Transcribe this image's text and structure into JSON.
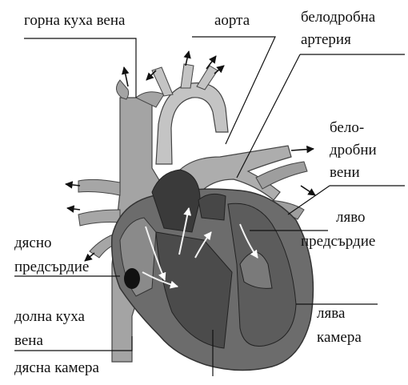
{
  "labels": {
    "svc": "горна куха вена",
    "aorta": "аорта",
    "pa1": "белодробна",
    "pa2": "артерия",
    "pv1": "бело-",
    "pv2": "дробни",
    "pv3": "вени",
    "la1": "ляво",
    "la2": "предсърдие",
    "ra1": "дясно",
    "ra2": "предсърдие",
    "ivc1": "долна куха",
    "ivc2": "вена",
    "lv1": "лява",
    "lv2": "камера",
    "rv": "дясна камера"
  }
}
